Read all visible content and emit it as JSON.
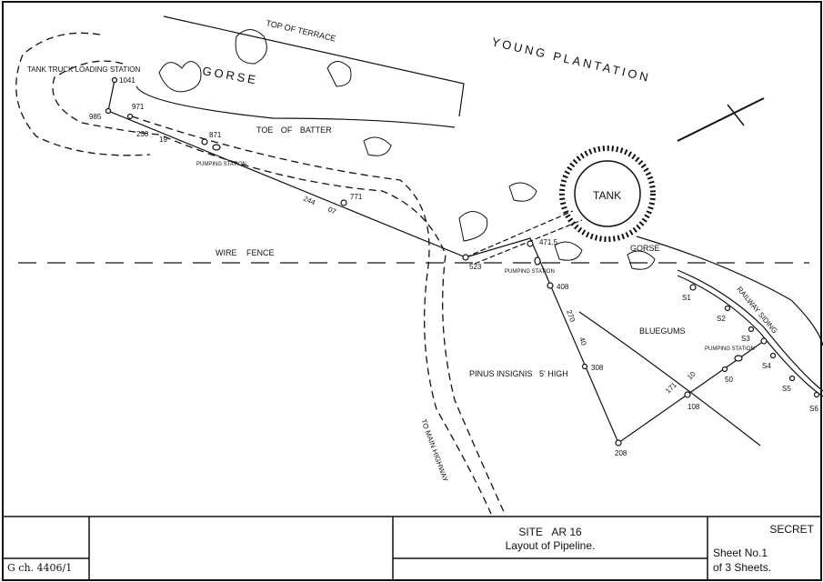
{
  "map": {
    "labels": {
      "top_of_terrace": "TOP OF TERRACE",
      "young_plantation": "YOUNG PLANTATION",
      "gorse_1": "GORSE",
      "gorse_2": "GORSE",
      "tank_truck_loading_station": "TANK TRUCK LOADING STATION",
      "toe_of_batter": "TOE OF BATTER",
      "wire_fence": "WIRE FENCE",
      "tank": "TANK",
      "pumping_station_1": "PUMPING STATION",
      "pumping_station_2": "PUMPING STATION",
      "pumping_station_3": "PUMPING STATION",
      "bluegums": "BLUEGUMS",
      "pinus_insignis": "PINUS INSIGNIS   5' HIGH",
      "railway_siding": "RAILWAY SIDING",
      "to_main_highway": "TO MAIN HIGHWAY"
    },
    "nodes": {
      "n1041": "1041",
      "n985": "985",
      "n971": "971",
      "n871": "871",
      "n771": "771",
      "n523": "523",
      "n4715": "471.5",
      "n408": "408",
      "n308": "308",
      "n208": "208",
      "n108": "108",
      "s1": "S1",
      "s2": "S2",
      "s3": "S3",
      "s4": "S4",
      "s5": "S5",
      "s6": "S6"
    },
    "segments": {
      "a": "230",
      "b": "19",
      "c": "244",
      "d": "07",
      "e": "270",
      "f": "40",
      "g": "171",
      "h": "10",
      "i": "50"
    }
  },
  "title_block": {
    "drawing_ref": "G ch. 4406/1",
    "site": "SITE   AR 16",
    "subtitle": "Layout of Pipeline.",
    "classification": "SECRET",
    "sheet": "Sheet No.1",
    "of_sheets": "of 3 Sheets."
  }
}
